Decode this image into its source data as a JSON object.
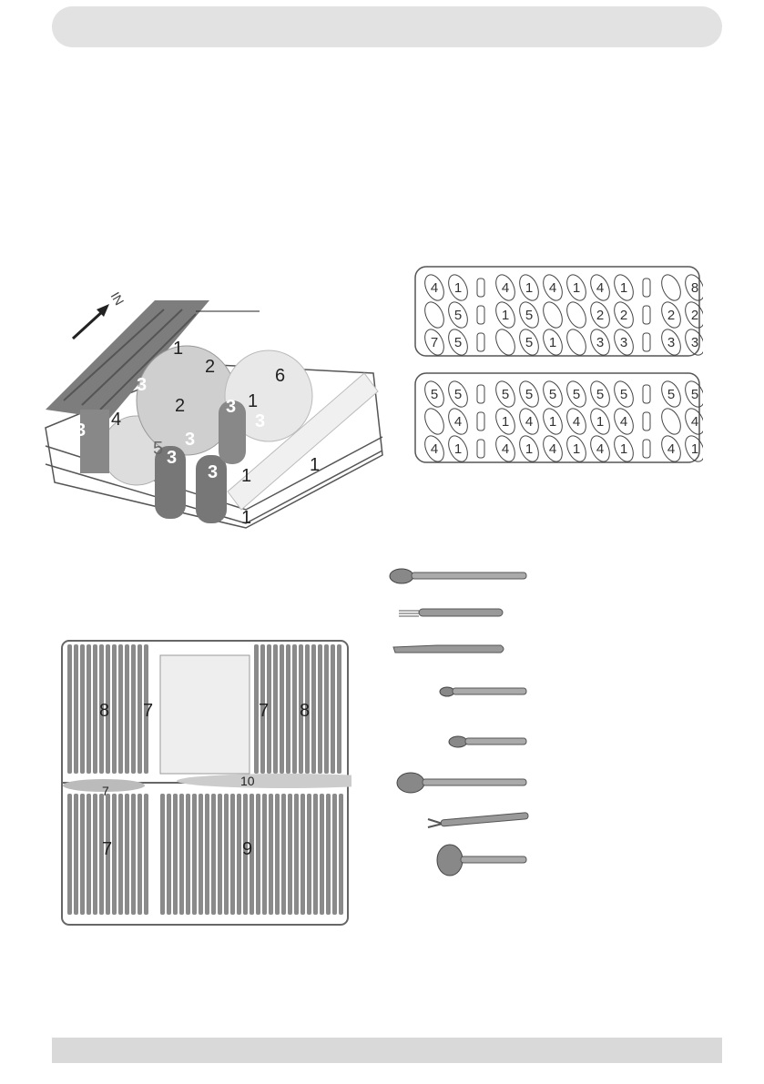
{
  "header": {
    "title": ""
  },
  "upper_basket": {
    "direction_label": "IN",
    "labels": [
      {
        "t": "1",
        "c": "k"
      },
      {
        "t": "3",
        "c": "w"
      },
      {
        "t": "2",
        "c": "k"
      },
      {
        "t": "3",
        "c": "w"
      },
      {
        "t": "2",
        "c": "k"
      },
      {
        "t": "6",
        "c": "k"
      },
      {
        "t": "1",
        "c": "k"
      },
      {
        "t": "3",
        "c": "w"
      },
      {
        "t": "4",
        "c": "k"
      },
      {
        "t": "3",
        "c": "w"
      },
      {
        "t": "3",
        "c": "w"
      },
      {
        "t": "3",
        "c": "w"
      },
      {
        "t": "5",
        "c": "k"
      },
      {
        "t": "3",
        "c": "w"
      },
      {
        "t": "3",
        "c": "w"
      },
      {
        "t": "1",
        "c": "k"
      },
      {
        "t": "1",
        "c": "k"
      },
      {
        "t": "1",
        "c": "k"
      }
    ]
  },
  "cutlery_trays": {
    "top": [
      [
        "4",
        "1",
        "|",
        "4",
        "1",
        "4",
        "1",
        "4",
        "1",
        "|",
        "",
        "8"
      ],
      [
        "",
        "5",
        "|",
        "1",
        "5",
        "",
        "",
        "2",
        "2",
        "|",
        "2",
        "2"
      ],
      [
        "7",
        "5",
        "|",
        "",
        "5",
        "1",
        "",
        "3",
        "3",
        "|",
        "3",
        "3"
      ]
    ],
    "bottom": [
      [
        "5",
        "5",
        "|",
        "5",
        "5",
        "5",
        "5",
        "5",
        "5",
        "|",
        "5",
        "5"
      ],
      [
        "",
        "4",
        "|",
        "1",
        "4",
        "1",
        "4",
        "1",
        "4",
        "|",
        "",
        "4"
      ],
      [
        "4",
        "1",
        "|",
        "4",
        "1",
        "4",
        "1",
        "4",
        "1",
        "|",
        "4",
        "1"
      ]
    ]
  },
  "lower_basket": {
    "labels": [
      "8",
      "7",
      "7",
      "8",
      "7",
      "10",
      "7",
      "9"
    ]
  },
  "cutlery_items": [
    "spoon-icon",
    "fork-icon",
    "knife-icon",
    "teaspoon-icon",
    "dessert-spoon-icon",
    "serving-spoon-icon",
    "serving-fork-icon",
    "ladle-icon"
  ],
  "colors": {
    "header_bar": "#e2e2e2",
    "footer_bar": "#d9d9d9"
  }
}
